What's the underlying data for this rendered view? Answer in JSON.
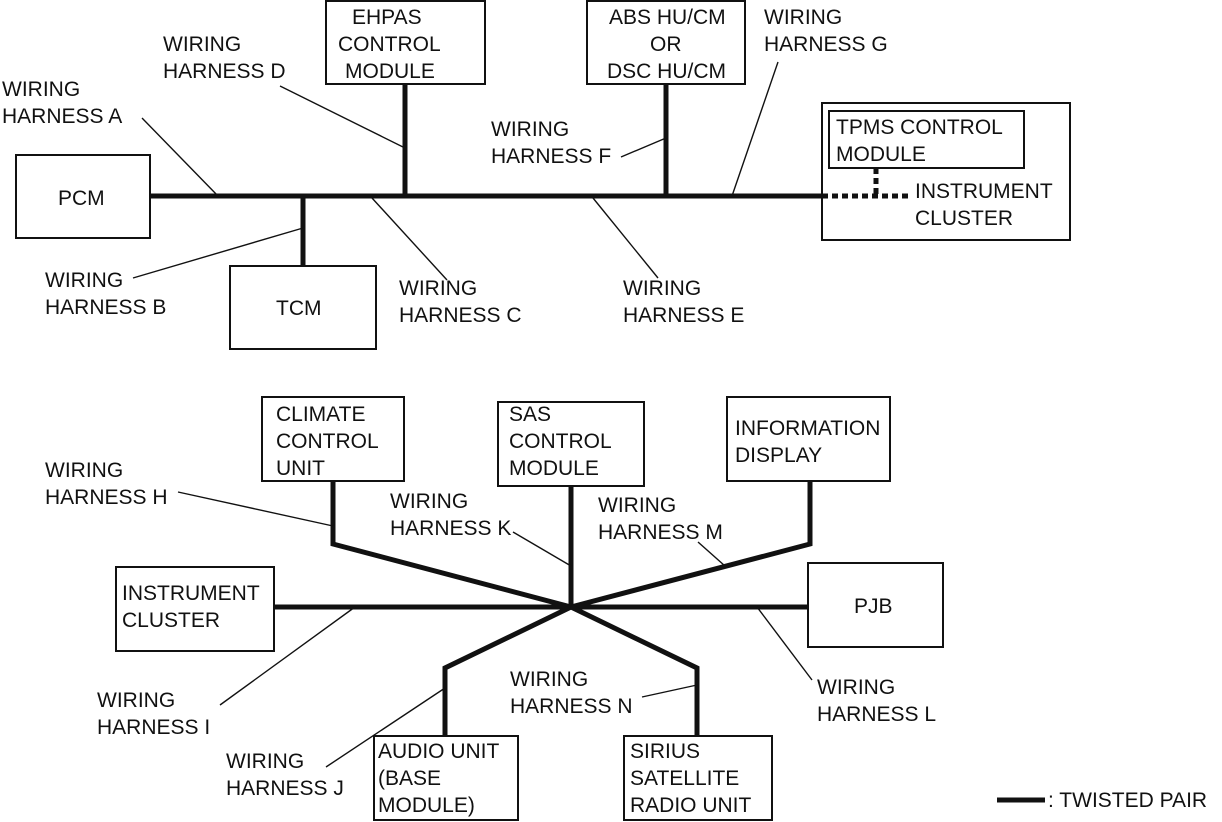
{
  "top": {
    "modules": {
      "pcm": [
        "PCM"
      ],
      "tcm": [
        "TCM"
      ],
      "ehpas": [
        "EHPAS",
        "CONTROL",
        "MODULE"
      ],
      "abs": [
        "ABS HU/CM",
        "OR",
        "DSC HU/CM"
      ],
      "tpms": [
        "TPMS CONTROL",
        "MODULE"
      ],
      "instrument_cluster": [
        "INSTRUMENT",
        "CLUSTER"
      ]
    },
    "harnesses": {
      "a": [
        "WIRING",
        "HARNESS A"
      ],
      "b": [
        "WIRING",
        "HARNESS B"
      ],
      "c": [
        "WIRING",
        "HARNESS C"
      ],
      "d": [
        "WIRING",
        "HARNESS D"
      ],
      "e": [
        "WIRING",
        "HARNESS E"
      ],
      "f": [
        "WIRING",
        "HARNESS F"
      ],
      "g": [
        "WIRING",
        "HARNESS G"
      ]
    }
  },
  "bottom": {
    "modules": {
      "climate": [
        "CLIMATE",
        "CONTROL",
        "UNIT"
      ],
      "sas": [
        "SAS",
        "CONTROL",
        "MODULE"
      ],
      "info": [
        "INFORMATION",
        "DISPLAY"
      ],
      "instrument_cluster": [
        "INSTRUMENT",
        "CLUSTER"
      ],
      "pjb": [
        "PJB"
      ],
      "audio": [
        "AUDIO UNIT",
        "(BASE",
        "MODULE)"
      ],
      "sirius": [
        "SIRIUS",
        "SATELLITE",
        "RADIO UNIT"
      ]
    },
    "harnesses": {
      "h": [
        "WIRING",
        "HARNESS H"
      ],
      "i": [
        "WIRING",
        "HARNESS I"
      ],
      "j": [
        "WIRING",
        "HARNESS J"
      ],
      "k": [
        "WIRING",
        "HARNESS K"
      ],
      "l": [
        "WIRING",
        "HARNESS L"
      ],
      "m": [
        "WIRING",
        "HARNESS M"
      ],
      "n": [
        "WIRING",
        "HARNESS N"
      ]
    }
  },
  "legend": {
    "label": ": TWISTED PAIR"
  }
}
